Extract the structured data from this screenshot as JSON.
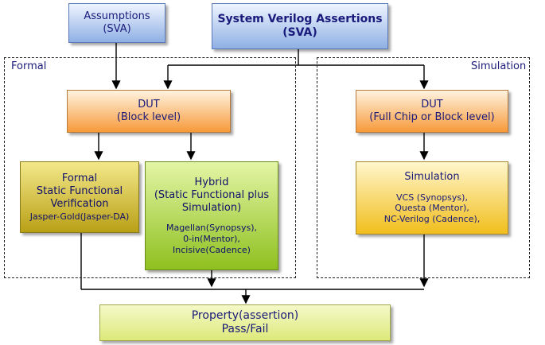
{
  "assumptions": {
    "line1": "Assumptions",
    "line2": "(SVA)"
  },
  "sva": {
    "line1": "System Verilog Assertions",
    "line2": "(SVA)"
  },
  "regions": {
    "formal": "Formal",
    "simulation": "Simulation"
  },
  "dut_block": {
    "line1": "DUT",
    "line2": "(Block level)"
  },
  "dut_chip": {
    "line1": "DUT",
    "line2": "(Full Chip or Block level)"
  },
  "formal_box": {
    "line1": "Formal",
    "line2": "Static Functional",
    "line3": "Verification",
    "line4": "Jasper-Gold(Jasper-DA)"
  },
  "hybrid_box": {
    "line1": "Hybrid",
    "line2": "(Static Functional plus",
    "line3": "Simulation)",
    "tool1": "Magellan(Synopsys),",
    "tool2": "0-in(Mentor),",
    "tool3": "Incisive(Cadence)"
  },
  "simulation_box": {
    "title": "Simulation",
    "tool1": "VCS (Synopsys),",
    "tool2": "Questa (Mentor),",
    "tool3": "NC-Verilog (Cadence),"
  },
  "result": {
    "line1": "Property(assertion)",
    "line2": "Pass/Fail"
  }
}
